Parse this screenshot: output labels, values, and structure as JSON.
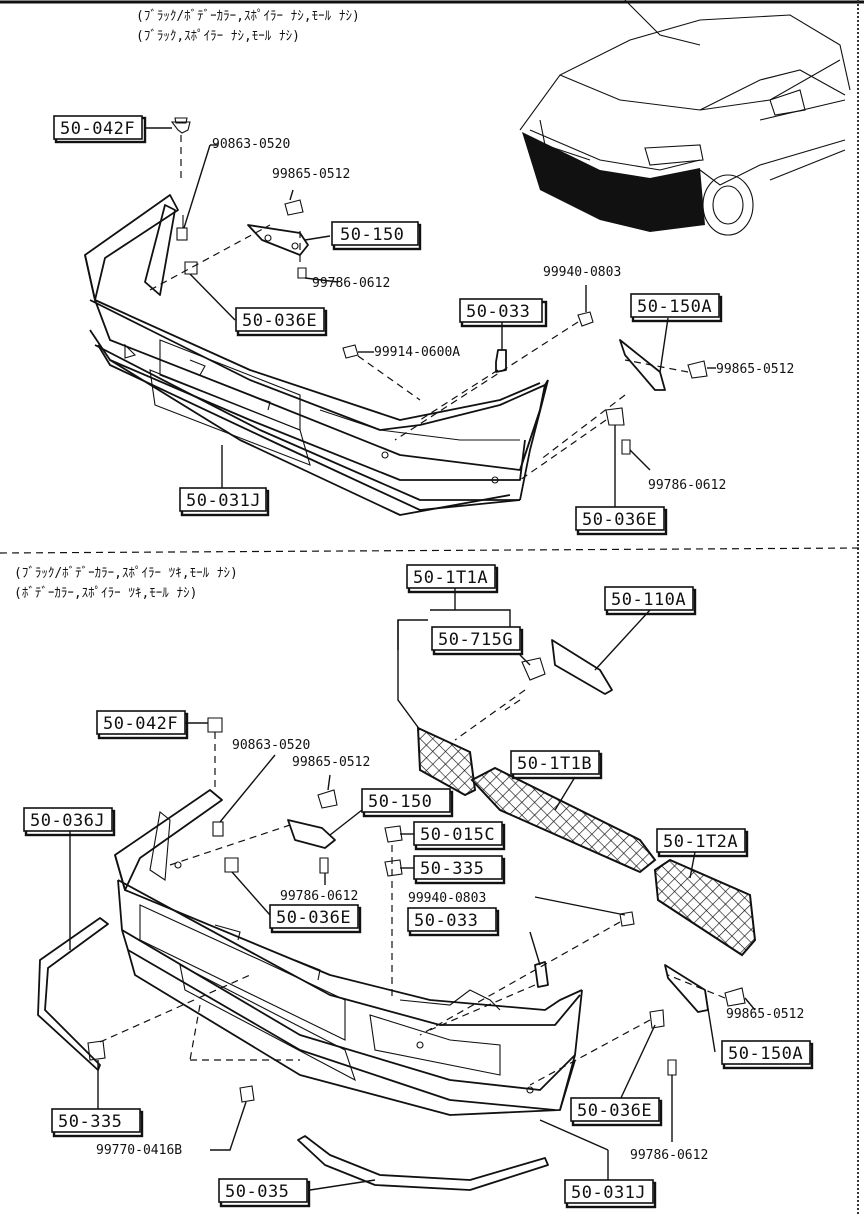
{
  "notes": {
    "top_line1": "(ﾌﾞﾗｯｸ/ﾎﾞﾃﾞｰｶﾗｰ,ｽﾎﾟｲﾗｰ ﾅｼ,ﾓｰﾙ ﾅｼ)",
    "top_line2": "(ﾌﾞﾗｯｸ,ｽﾎﾟｲﾗｰ ﾅｼ,ﾓｰﾙ ﾅｼ)",
    "bottom_line1": "(ﾌﾞﾗｯｸ/ﾎﾞﾃﾞｰｶﾗｰ,ｽﾎﾟｲﾗｰ ﾂｷ,ﾓｰﾙ ﾅｼ)",
    "bottom_line2": "(ﾎﾞﾃﾞｰｶﾗｰ,ｽﾎﾟｲﾗｰ ﾂｷ,ﾓｰﾙ ﾅｼ)"
  },
  "top": {
    "boxed": {
      "clip_top": "50-042F",
      "bracket_center": "50-150",
      "retainer_left": "50-036E",
      "bracket_mid": "50-033",
      "bracket_right": "50-150A",
      "retainer_right": "50-036E",
      "bumper": "50-031J"
    },
    "plain": {
      "bolt_a": "90863-0520",
      "bolt_b": "99865-0512",
      "screw_a": "99786-0612",
      "nut": "99940-0803",
      "screw_clip": "99914-0600A",
      "bolt_right": "99865-0512",
      "screw_right": "99786-0612"
    }
  },
  "bottom": {
    "boxed": {
      "grille_assy": "50-1T1A",
      "bracket_grille": "50-110A",
      "clip_grille": "50-715G",
      "clip_top": "50-042F",
      "bracket_center": "50-150",
      "molding_left": "50-036J",
      "clip_a": "50-015C",
      "clip_b": "50-335",
      "grille_center": "50-1T1B",
      "grille_right": "50-1T2A",
      "retainer_left": "50-036E",
      "bracket_mid": "50-033",
      "bracket_right": "50-150A",
      "retainer_right": "50-036E",
      "clip_lower": "50-335",
      "spoiler": "50-035",
      "bumper": "50-031J"
    },
    "plain": {
      "bolt_a": "90863-0520",
      "bolt_b": "99865-0512",
      "screw_a": "99786-0612",
      "nut": "99940-0803",
      "bolt_right": "99865-0512",
      "screw_right": "99786-0612",
      "screw_lower": "99770-0416B"
    }
  }
}
